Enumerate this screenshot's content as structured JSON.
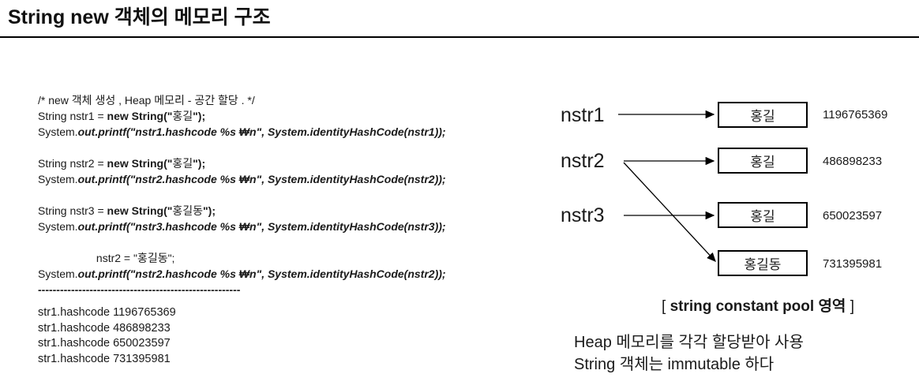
{
  "title": "String new 객체의 메모리 구조",
  "code": {
    "lines": [
      [
        {
          "t": "/* new 객체 생성 , Heap 메모리 - 공간 할당 . */"
        }
      ],
      [
        {
          "t": "String nstr1 = "
        },
        {
          "t": "new String(\"",
          "b": 1
        },
        {
          "t": "홍길"
        },
        {
          "t": "\");",
          "b": 1
        }
      ],
      [
        {
          "t": "System."
        },
        {
          "t": "out.printf(\"nstr1.hashcode %s ₩n\", System.identityHashCode(nstr1));",
          "b": 1,
          "i": 1
        }
      ],
      [],
      [
        {
          "t": "String nstr2 = "
        },
        {
          "t": "new String(\"",
          "b": 1
        },
        {
          "t": "홍길"
        },
        {
          "t": "\");",
          "b": 1
        }
      ],
      [
        {
          "t": "System."
        },
        {
          "t": "out.printf(\"nstr2.hashcode %s ₩n\", System.identityHashCode(nstr2));",
          "b": 1,
          "i": 1
        }
      ],
      [],
      [
        {
          "t": "String nstr3 = "
        },
        {
          "t": "new String(\"",
          "b": 1
        },
        {
          "t": "홍길동"
        },
        {
          "t": "\");",
          "b": 1
        }
      ],
      [
        {
          "t": "System."
        },
        {
          "t": "out.printf(\"nstr3.hashcode %s ₩n\", System.identityHashCode(nstr3));",
          "b": 1,
          "i": 1
        }
      ],
      [],
      [
        {
          "t": "                   nstr2 = \"홍길동\";"
        }
      ],
      [
        {
          "t": "System."
        },
        {
          "t": "out.printf(\"nstr2.hashcode %s ₩n\", System.identityHashCode(nstr2));",
          "b": 1,
          "i": 1
        }
      ],
      [
        {
          "t": "-------------------------------------------------------",
          "b": 1
        }
      ]
    ]
  },
  "output": {
    "lines": [
      "str1.hashcode 1196765369",
      "str1.hashcode 486898233",
      "str1.hashcode 650023597",
      "str1.hashcode 731395981"
    ]
  },
  "diagram": {
    "variables": [
      "nstr1",
      "nstr2",
      "nstr3"
    ],
    "pool_boxes": [
      {
        "value": "홍길",
        "hashcode": "1196765369"
      },
      {
        "value": "홍길",
        "hashcode": "486898233"
      },
      {
        "value": "홍길",
        "hashcode": "650023597"
      },
      {
        "value": "홍길동",
        "hashcode": "731395981"
      }
    ],
    "caption_prefix": "[ ",
    "caption_text": "string constant pool 영역",
    "caption_suffix": " ]",
    "notes": [
      "Heap 메모리를 각각 할당받아 사용",
      "String 객체는 immutable 하다"
    ]
  },
  "colors": {
    "text": "#1a1a1a",
    "background": "#ffffff",
    "line": "#000000"
  }
}
